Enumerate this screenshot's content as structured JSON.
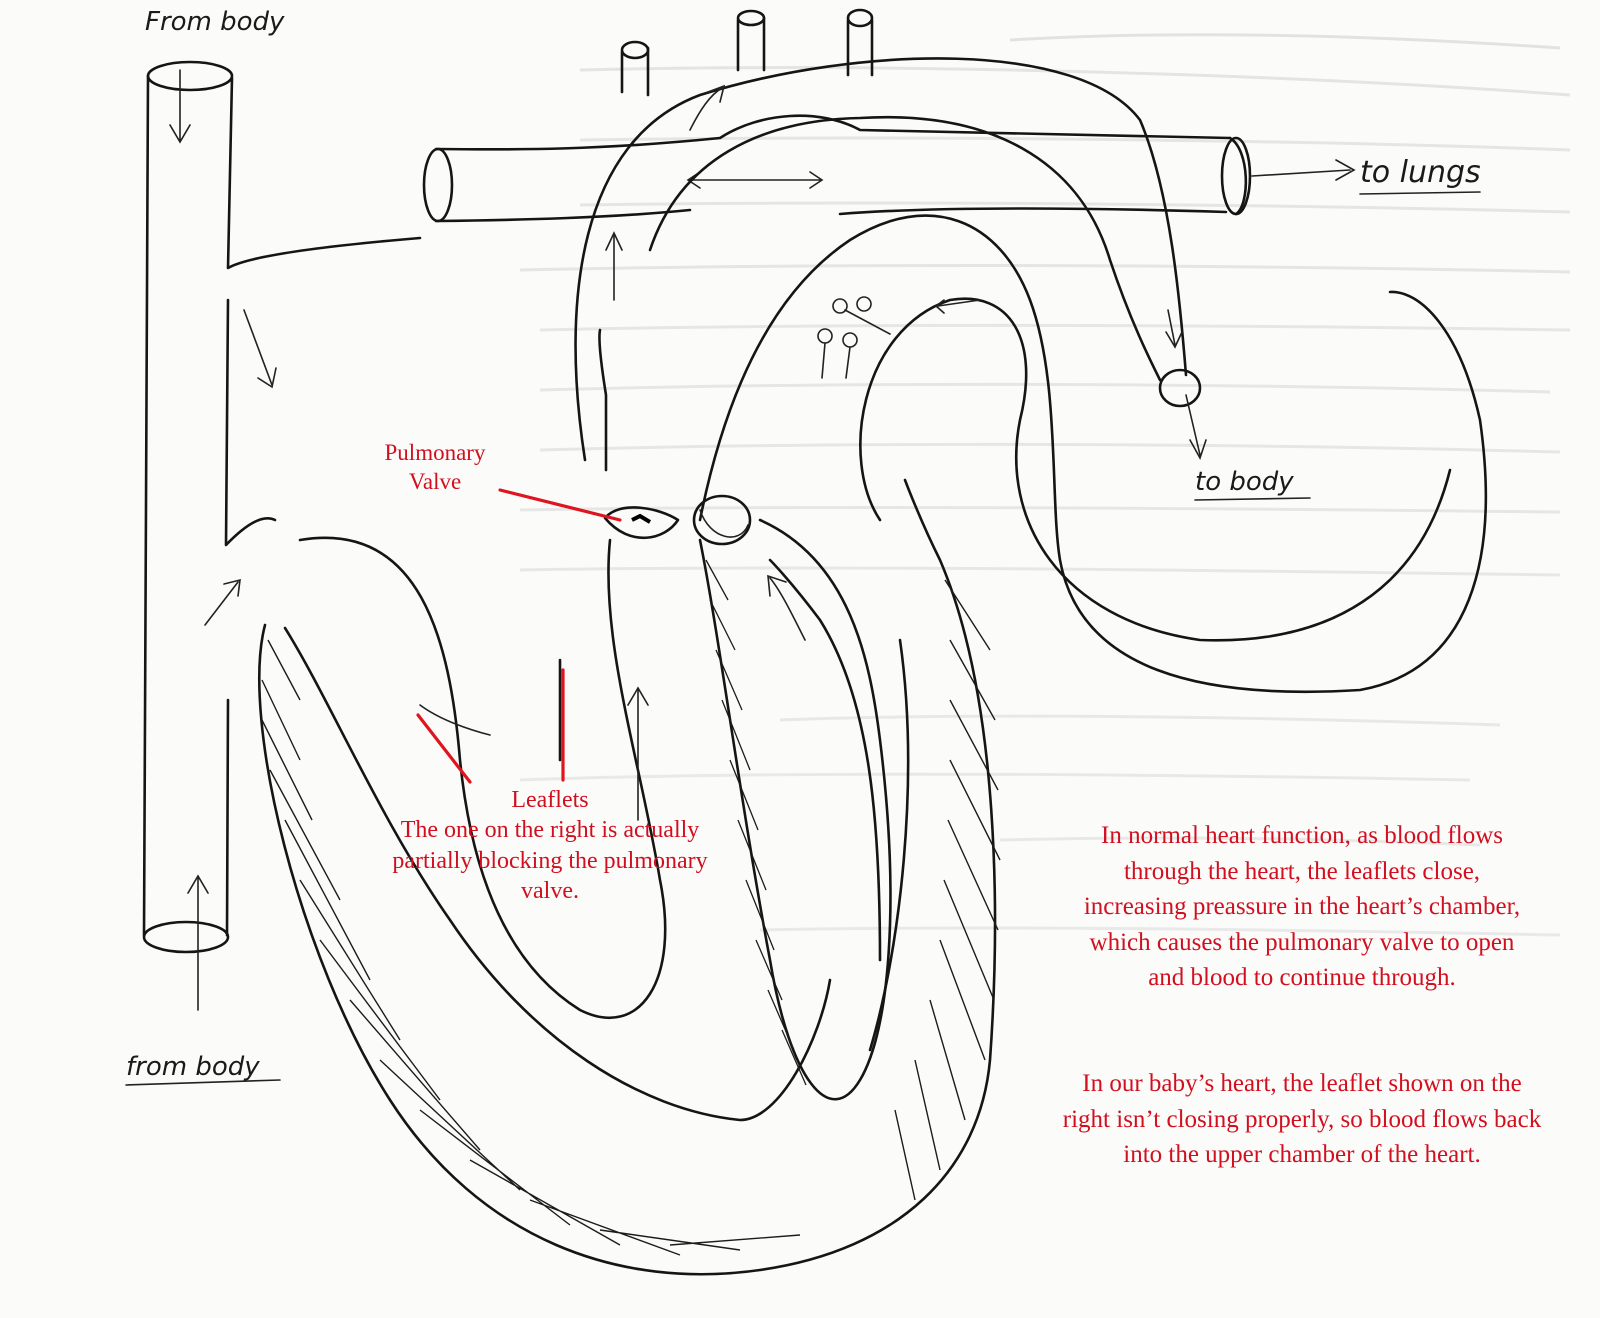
{
  "labels": {
    "from_body_top": "From body",
    "from_body_bottom": "from body",
    "to_lungs": "to lungs",
    "to_body": "to body"
  },
  "notes": {
    "pulmonary_valve": [
      "Pulmonary",
      "Valve"
    ],
    "leaflets_title": "Leaflets",
    "leaflets_body": "The one on the right is actually partially blocking the pulmonary valve.",
    "normal_function": "In normal heart function, as blood flows through the heart, the leaflets close, increasing preassure in the heart’s chamber, which causes the pulmonary valve to open and blood to continue through.",
    "our_baby": "In our baby’s heart, the leaflet shown on the right isn’t closing properly, so blood flows back into the upper chamber of the heart."
  },
  "colors": {
    "ink": "#151515",
    "annotation": "#d10f1f",
    "paper": "#fbfbfa",
    "bleed_through": "#b9b9b9"
  }
}
